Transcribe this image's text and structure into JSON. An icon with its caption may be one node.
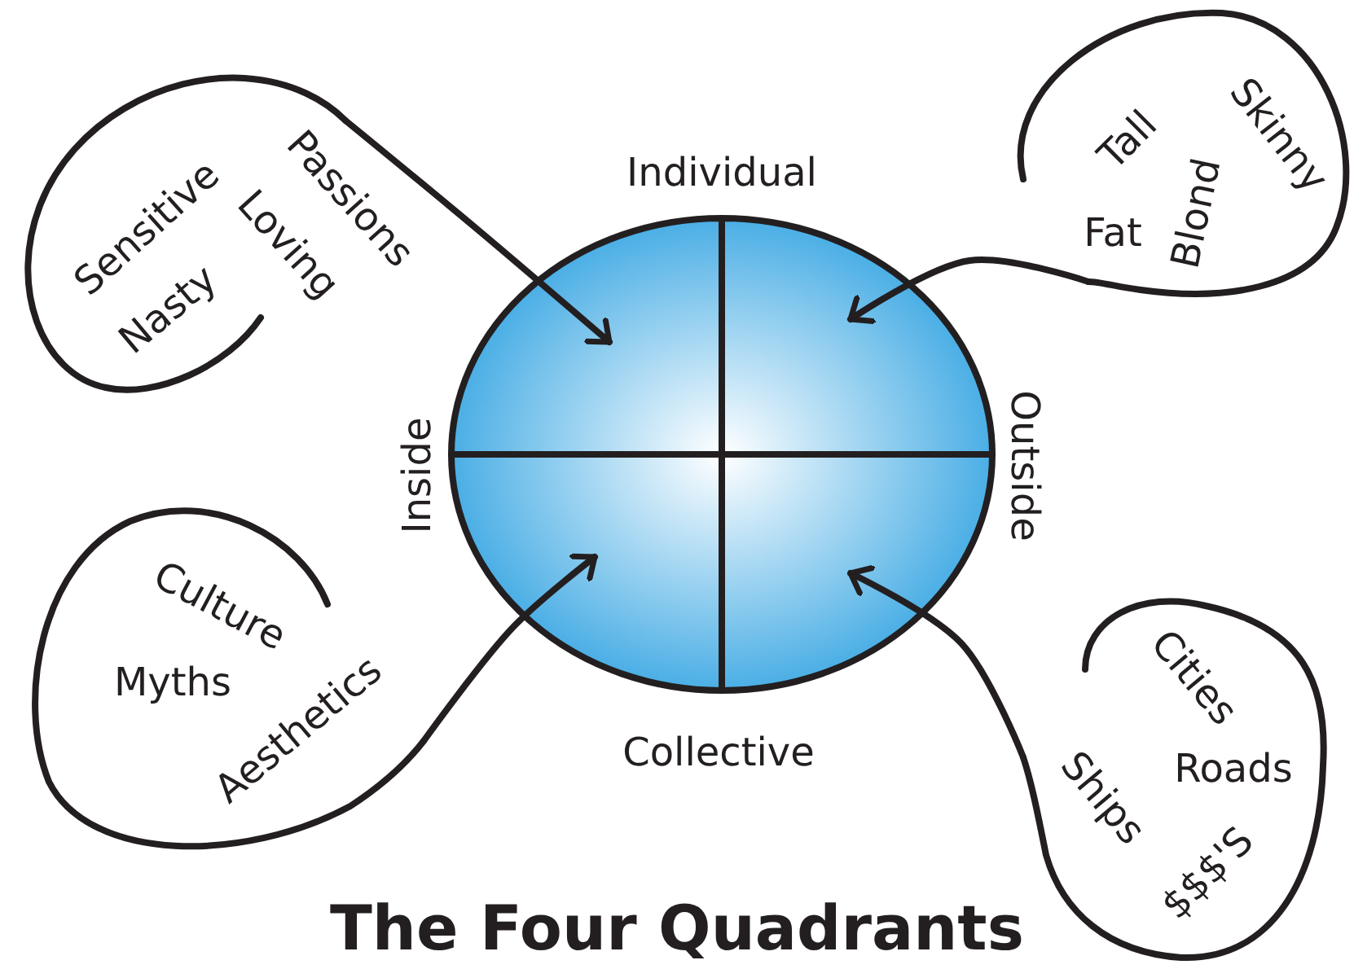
{
  "diagram": {
    "title": "The Four Quadrants",
    "nodes": [
      {
        "text": [
          "Sensitive",
          "Passions",
          "Loving",
          "Nasty"
        ]
      },
      {
        "text": [
          "Tall",
          "Skinny",
          "Fat",
          "Blond"
        ]
      },
      {
        "text": [
          "Culture",
          "Myths",
          "Aesthetics"
        ]
      },
      {
        "text": [
          "Cities",
          "Roads",
          "Ships",
          "$$$'S"
        ]
      },
      {
        "text": [],
        "shape": "quadrant"
      },
      {
        "text": [],
        "shape": "quadrant"
      },
      {
        "text": [],
        "shape": "quadrant"
      },
      {
        "text": [],
        "shape": "quadrant"
      }
    ],
    "edges": [
      {
        "from": 0,
        "to": 4,
        "arrow": "to"
      },
      {
        "from": 1,
        "to": 5,
        "arrow": "to"
      },
      {
        "from": 2,
        "to": 6,
        "arrow": "to"
      },
      {
        "from": 3,
        "to": 7,
        "arrow": "to"
      }
    ],
    "labels": [
      "Individual",
      "Inside",
      "Outside",
      "Collective"
    ]
  }
}
